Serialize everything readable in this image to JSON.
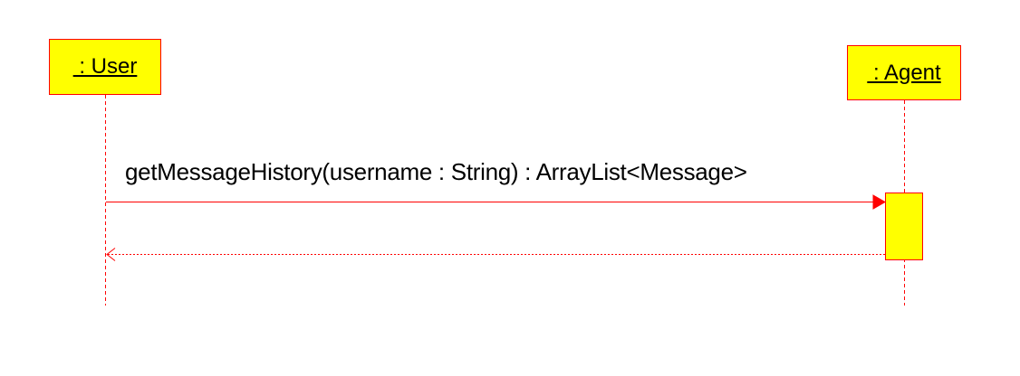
{
  "lifelines": {
    "user": {
      "label": " : User"
    },
    "agent": {
      "label": " : Agent"
    }
  },
  "messages": [
    {
      "kind": "synchronous-call",
      "from": "user",
      "to": "agent",
      "label": "getMessageHistory(username : String) : ArrayList<Message>"
    },
    {
      "kind": "return",
      "from": "agent",
      "to": "user",
      "label": ""
    }
  ],
  "colors": {
    "lifeline_fill": "#ffff00",
    "line": "#ff0000",
    "text": "#000000",
    "background": "#ffffff"
  }
}
